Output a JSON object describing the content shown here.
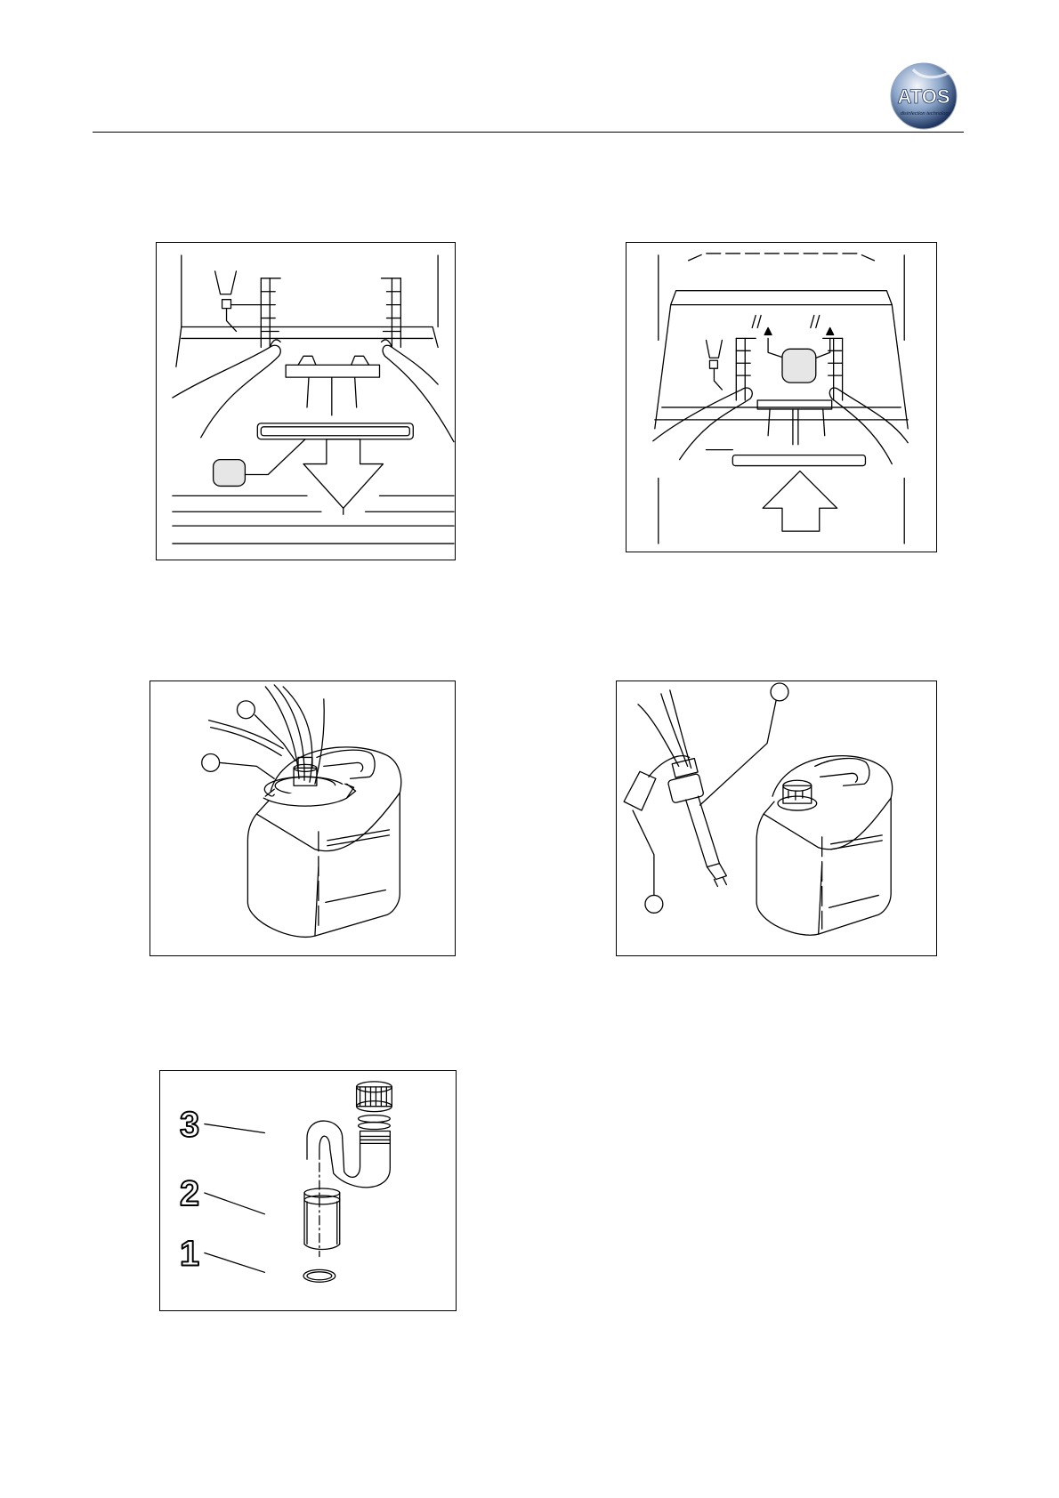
{
  "header": {
    "logo": {
      "wordmark": "ATOS",
      "tagline": "disinfection technology",
      "colors": {
        "disc": "#6f8fb8",
        "disc_light": "#e6ecf5",
        "text": "#ffffff",
        "red": "#d23a2e"
      }
    }
  },
  "figures": {
    "fig5": {
      "callouts": [
        {
          "label": "3"
        },
        {
          "label": "2"
        },
        {
          "label": "1"
        }
      ]
    }
  },
  "colors": {
    "line": "#000000",
    "badge_fill": "#e6e6e6"
  }
}
